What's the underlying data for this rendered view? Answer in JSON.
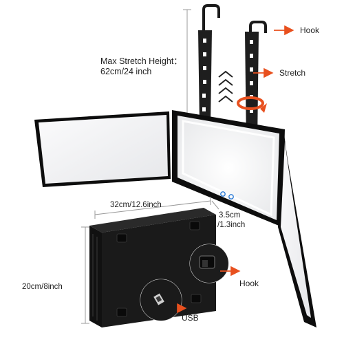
{
  "labels": {
    "hook_top": "Hook",
    "max_stretch_line1": "Max Stretch Height：",
    "max_stretch_line2": "62cm/24 inch",
    "stretch": "Stretch",
    "width": "32cm/12.6inch",
    "depth_line1": "3.5cm",
    "depth_line2": "/1.3inch",
    "height": "20cm/8inch",
    "hook_bottom": "Hook",
    "usb": "USB"
  },
  "colors": {
    "accent_arrow": "#e8501e",
    "frame": "#111111",
    "mirror": "#f3f4f6",
    "mirror_glow": "#ffffff",
    "dimension_line": "#888888"
  },
  "icons": [
    "hook-icon",
    "stretch-arrows-icon",
    "rotate-arrow-icon",
    "usb-port-icon"
  ]
}
